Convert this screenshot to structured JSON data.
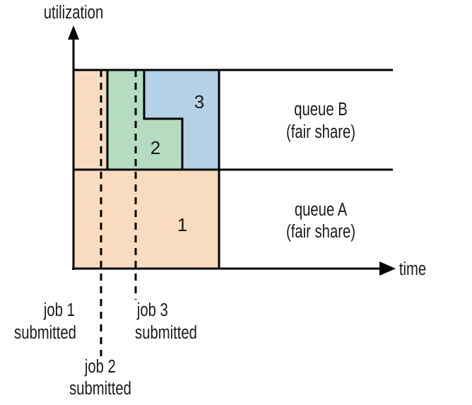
{
  "axes": {
    "y_label": "utilization",
    "x_label": "time"
  },
  "jobs": [
    {
      "id": "1",
      "color": "#f9dcbf"
    },
    {
      "id": "2",
      "color": "#b5dcc1"
    },
    {
      "id": "3",
      "color": "#b4d1e7"
    }
  ],
  "queues": [
    {
      "line1": "queue B",
      "line2": "(fair share)"
    },
    {
      "line1": "queue A",
      "line2": "(fair share)"
    }
  ],
  "events": [
    {
      "line1": "job 1",
      "line2": "submitted"
    },
    {
      "line1": "job 2",
      "line2": "submitted"
    },
    {
      "line1": "job 3",
      "line2": "submitted"
    }
  ],
  "colors": {
    "stroke": "#000000",
    "text": "#1a1a1a"
  }
}
